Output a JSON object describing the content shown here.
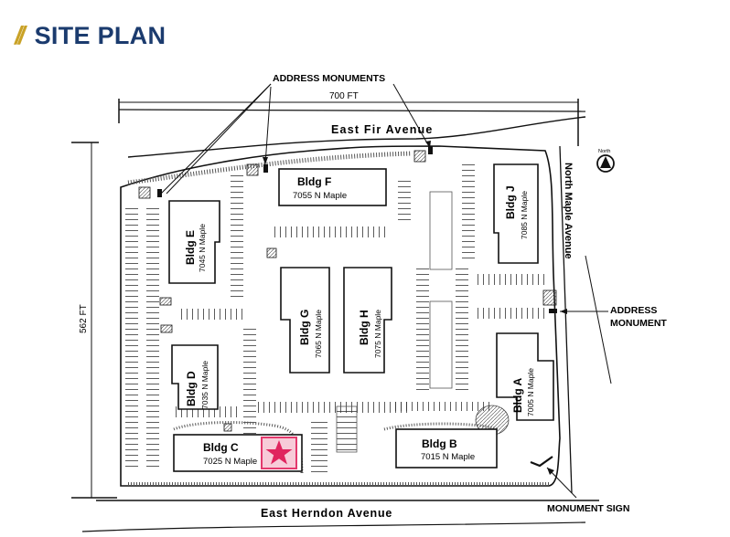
{
  "header": {
    "slashes": "//",
    "title": "SITE PLAN"
  },
  "dimensions": {
    "width_label": "700 FT",
    "height_label": "562 FT"
  },
  "streets": {
    "north": "East Fir Avenue",
    "east": "North Maple Avenue",
    "south": "East Herndon Avenue"
  },
  "compass": {
    "label": "North"
  },
  "callouts": {
    "address_monuments": "ADDRESS MONUMENTS",
    "address_monument": [
      "ADDRESS",
      "MONUMENT"
    ],
    "monument_sign": "MONUMENT SIGN"
  },
  "buildings": {
    "A": {
      "name": "Bldg A",
      "address": "7005 N Maple"
    },
    "B": {
      "name": "Bldg B",
      "address": "7015 N Maple"
    },
    "C": {
      "name": "Bldg C",
      "address": "7025 N Maple"
    },
    "D": {
      "name": "Bldg D",
      "address": "7035 N Maple"
    },
    "E": {
      "name": "Bldg E",
      "address": "7045 N Maple"
    },
    "F": {
      "name": "Bldg F",
      "address": "7055 N Maple"
    },
    "G": {
      "name": "Bldg G",
      "address": "7065 N Maple"
    },
    "H": {
      "name": "Bldg H",
      "address": "7075 N Maple"
    },
    "J": {
      "name": "Bldg J",
      "address": "7085 N Maple"
    }
  },
  "highlight": {
    "building": "C",
    "color": "#e0245e",
    "marker": "star"
  }
}
